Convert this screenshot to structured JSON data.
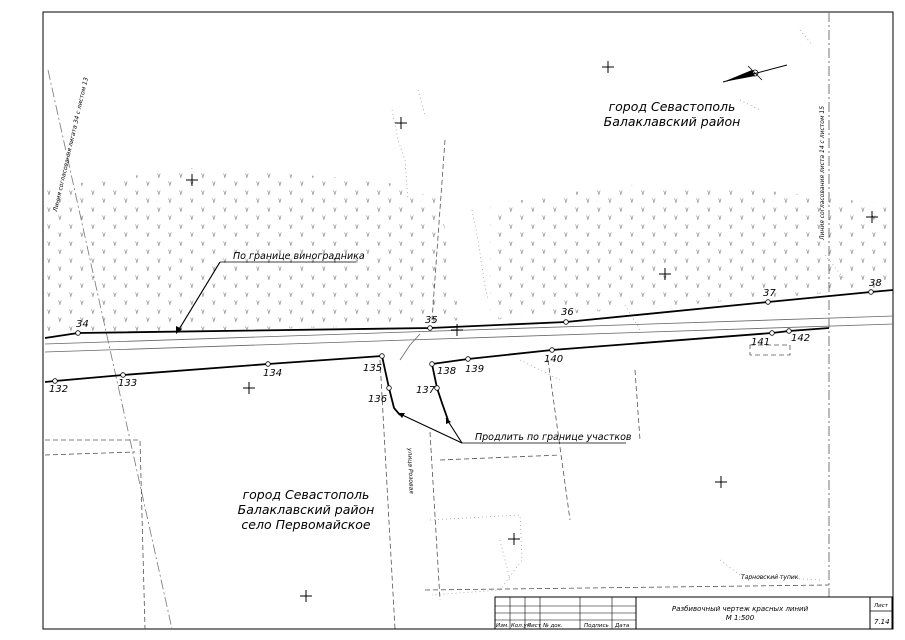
{
  "areas": {
    "north": [
      "город Севастополь",
      "Балаклавский район"
    ],
    "south": [
      "город Севастополь",
      "Балаклавский район",
      "село Первомайское"
    ]
  },
  "notes": {
    "vineyard": "По границе виноградника",
    "extend": "Продлить по границе участков"
  },
  "street_labels": {
    "vertical_street": "улица Розовая",
    "lane": "Тарновский тупик"
  },
  "border_labels": {
    "left_line": "Линия согласования лигата 34 с листом 13",
    "right_line": "Линия согласования листа 14 с листом 15"
  },
  "points": {
    "upper": [
      "34",
      "35",
      "36",
      "37",
      "38"
    ],
    "lower": [
      "132",
      "133",
      "134",
      "135",
      "136",
      "137",
      "138",
      "139",
      "140",
      "141",
      "142"
    ]
  },
  "title_block": {
    "headers": [
      "Изм.",
      "Кол.уч",
      "Лист",
      "№ док.",
      "Подпись",
      "Дата"
    ],
    "title": "Разбивочный чертеж красных линий",
    "scale": "М 1:500",
    "sheet_label": "Лист",
    "sheet_number": "7.14"
  },
  "colors": {
    "line": "#000000",
    "dashed": "#6a6a6a",
    "dots": "#9a9a9a"
  }
}
